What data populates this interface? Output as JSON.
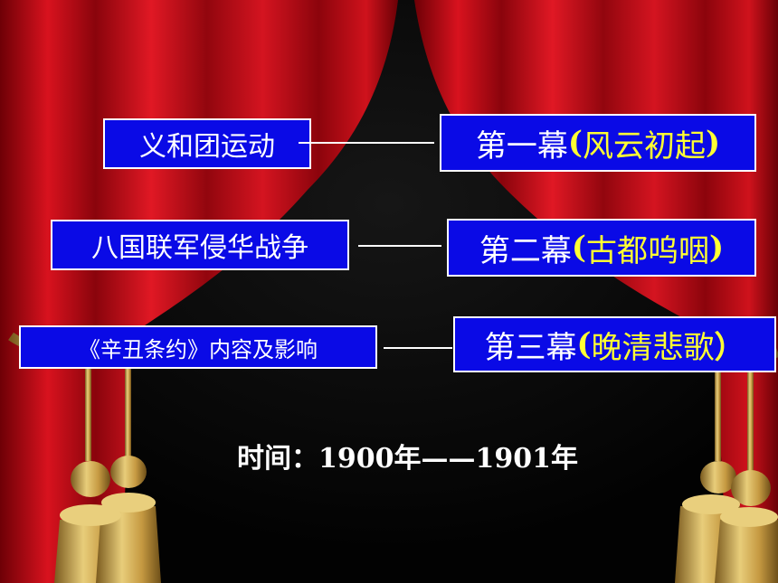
{
  "topics": [
    {
      "label": "义和团运动"
    },
    {
      "label": "八国联军侵华战争"
    },
    {
      "label": "《辛丑条约》内容及影响"
    }
  ],
  "acts": [
    {
      "title": "第一幕",
      "paren_open": "(",
      "subtitle": "风云初起",
      "paren_close": ")"
    },
    {
      "title": "第二幕",
      "paren_open": "(",
      "subtitle": "古都呜咽",
      "paren_close": ")"
    },
    {
      "title": "第三幕",
      "paren_open": "(",
      "subtitle": "晚清悲歌",
      "paren_close": "）"
    }
  ],
  "timeline": {
    "text": "时间：1900年——1901年"
  },
  "colors": {
    "box": "#0a0ae6",
    "subtitle": "#ffff33",
    "curtain": "#c8101a",
    "tassel": "#d6b25a"
  }
}
